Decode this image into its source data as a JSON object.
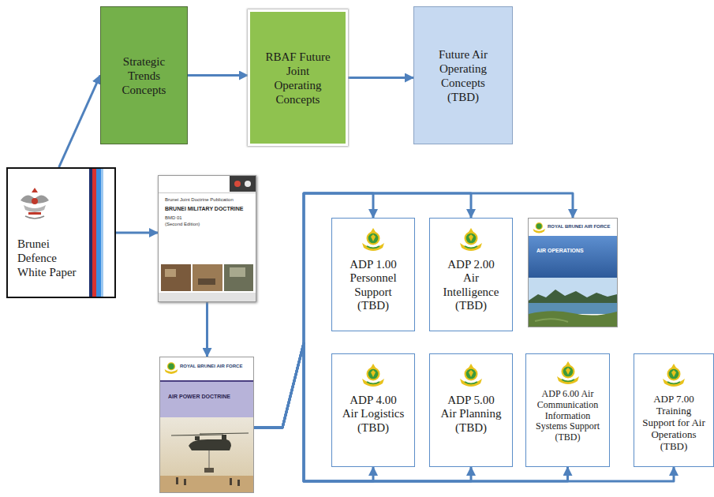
{
  "diagram": {
    "nodes": [
      {
        "text": [
          "Strategic Trends Concepts"
        ]
      },
      {
        "text": [
          "RBAF Future Joint Operating Concepts"
        ]
      },
      {
        "text": [
          "Future Air Operating Concepts (TBD)"
        ]
      },
      {
        "text": [
          "Brunei Defence White Paper"
        ]
      },
      {
        "text": [
          "Brunei Joint Doctrine Publication",
          "BRUNEI MILITARY DOCTRINE",
          "BMD 01",
          "(Second Edition)"
        ]
      },
      {
        "text": [
          "ROYAL BRUNEI AIR FORCE",
          "AIR POWER DOCTRINE"
        ]
      },
      {
        "text": [
          "ADP 1.00 Personnel Support (TBD)"
        ]
      },
      {
        "text": [
          "ADP 2.00 Air Intelligence (TBD)"
        ]
      },
      {
        "text": [
          "ROYAL BRUNEI AIR FORCE",
          "AIR OPERATIONS"
        ]
      },
      {
        "text": [
          "ADP 4.00 Air Logistics (TBD)"
        ]
      },
      {
        "text": [
          "ADP 5.00 Air Planning (TBD)"
        ]
      },
      {
        "text": [
          "ADP 6.00 Air Communication Information Systems Support (TBD)"
        ]
      },
      {
        "text": [
          "ADP 7.00 Training Support for Air Operations (TBD)"
        ]
      }
    ],
    "edges": [
      {
        "from": 3,
        "to": 0,
        "arrow": "to"
      },
      {
        "from": 0,
        "to": 1,
        "arrow": "to"
      },
      {
        "from": 1,
        "to": 2,
        "arrow": "to"
      },
      {
        "from": 3,
        "to": 4,
        "arrow": "to"
      },
      {
        "from": 4,
        "to": 5,
        "arrow": "to"
      },
      {
        "from": 5,
        "to": 6,
        "arrow": "to"
      },
      {
        "from": 5,
        "to": 7,
        "arrow": "to"
      },
      {
        "from": 5,
        "to": 8,
        "arrow": "to"
      },
      {
        "from": 5,
        "to": 9,
        "arrow": "to"
      },
      {
        "from": 5,
        "to": 10,
        "arrow": "to"
      },
      {
        "from": 5,
        "to": 11,
        "arrow": "to"
      },
      {
        "from": 5,
        "to": 12,
        "arrow": "to"
      }
    ]
  }
}
